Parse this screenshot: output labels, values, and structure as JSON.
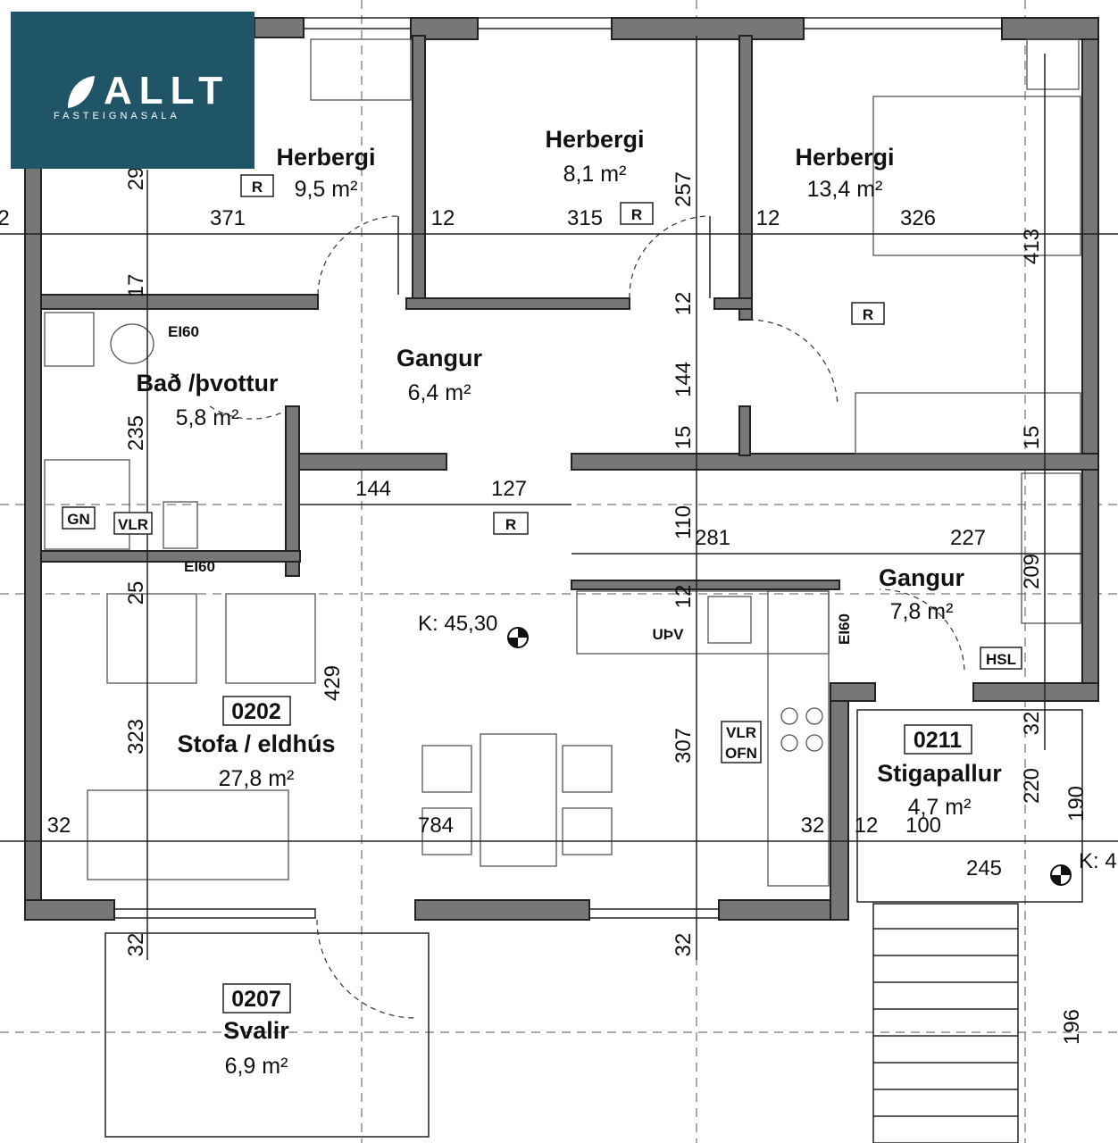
{
  "logo": {
    "brand": "ALLT",
    "subtitle": "FASTEIGNASALA"
  },
  "rooms": {
    "herbergi_1": {
      "name": "Herbergi",
      "area": "9,5 m²"
    },
    "herbergi_2": {
      "name": "Herbergi",
      "area": "8,1 m²"
    },
    "herbergi_3": {
      "name": "Herbergi",
      "area": "13,4 m²"
    },
    "gangur_1": {
      "name": "Gangur",
      "area": "6,4 m²"
    },
    "bad": {
      "name": "Bað /þvottur",
      "area": "5,8 m²"
    },
    "gangur_2": {
      "name": "Gangur",
      "area": "7,8 m²"
    },
    "stofa": {
      "id": "0202",
      "name": "Stofa / eldhús",
      "area": "27,8 m²"
    },
    "stigapallur": {
      "id": "0211",
      "name": "Stigapallur",
      "area": "4,7 m²"
    },
    "svalir": {
      "id": "0207",
      "name": "Svalir",
      "area": "6,9 m²"
    }
  },
  "level_marks": {
    "main": "K: 45,30",
    "stair": "K: 4"
  },
  "tags": {
    "r": "R",
    "ei60": "EI60",
    "gn": "GN",
    "vlr": "VLR",
    "uthv": "UÞV",
    "hsl": "HSL",
    "vlr_ofn_1": "VLR",
    "vlr_ofn_2": "OFN"
  },
  "dimensions": {
    "d371": "371",
    "d12a": "12",
    "d315": "315",
    "d12b": "12",
    "d326": "326",
    "d257": "257",
    "d413": "413",
    "d29": "29",
    "d17": "17",
    "d12c": "12",
    "d144v": "144",
    "d15a": "15",
    "d15b": "15",
    "d235": "235",
    "d144h": "144",
    "d127": "127",
    "d110": "110",
    "d281": "281",
    "d227": "227",
    "d209": "209",
    "d12d": "12",
    "d25": "25",
    "d429": "429",
    "d323": "323",
    "d307": "307",
    "d32a": "32",
    "d784": "784",
    "d32b": "32",
    "d12e": "12",
    "d100": "100",
    "d245": "245",
    "d32c": "32",
    "d220": "220",
    "d190": "190",
    "d32d": "32",
    "d32e": "32",
    "d196": "196",
    "d2": "2"
  }
}
